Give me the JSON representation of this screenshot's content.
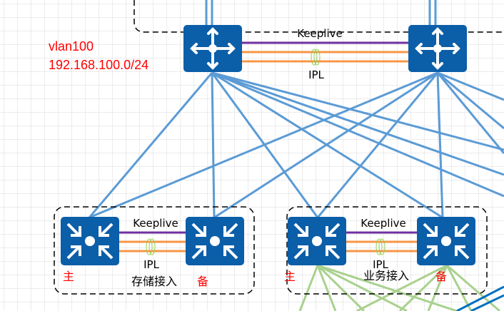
{
  "core": {
    "vlan": "vlan100",
    "subnet": "192.168.100.0/24",
    "keeplive_label": "Keeplive",
    "ipl_label": "IPL"
  },
  "storage_group": {
    "keeplive_label": "Keeplive",
    "ipl_label": "IPL",
    "name": "存储接入",
    "primary": "主",
    "backup": "备"
  },
  "business_group": {
    "keeplive_label": "Keeplive",
    "ipl_label": "IPL",
    "name": "业务接入",
    "primary": "主",
    "backup": "备"
  },
  "colors": {
    "device": "#0b5ea8",
    "link": "#5b9bd5",
    "keeplive": "#7030a0",
    "ipl": "#f79646",
    "ipl_ring": "#92d050",
    "access_link": "#a9d18e",
    "label_red": "#ff0000"
  }
}
